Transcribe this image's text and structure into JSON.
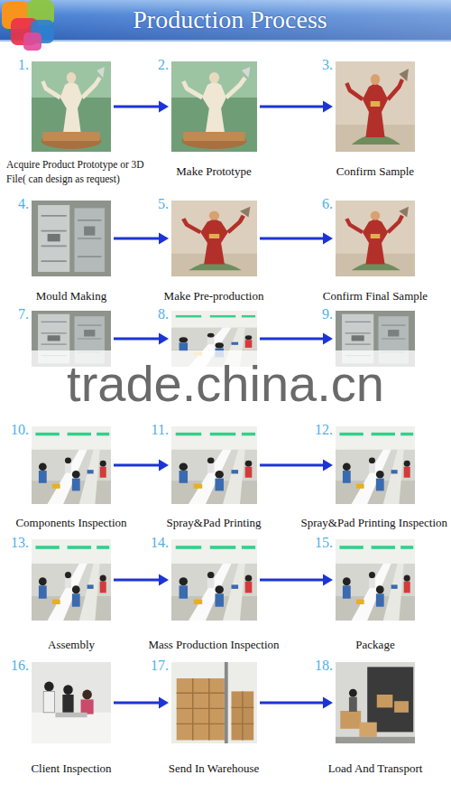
{
  "diagram": {
    "title": "Production Process",
    "nodes": [
      {
        "text": [
          "1.",
          "Acquire Product Prototype or 3D File( can design as request)"
        ]
      },
      {
        "text": [
          "2.",
          "Make Prototype"
        ]
      },
      {
        "text": [
          "3.",
          "Confirm Sample"
        ]
      },
      {
        "text": [
          "4.",
          "Mould Making"
        ]
      },
      {
        "text": [
          "5.",
          "Make Pre-production"
        ]
      },
      {
        "text": [
          "6.",
          "Confirm Final Sample"
        ]
      },
      {
        "text": [
          "7."
        ]
      },
      {
        "text": [
          "8."
        ]
      },
      {
        "text": [
          "9."
        ]
      },
      {
        "text": [
          "10.",
          "Components Inspection"
        ]
      },
      {
        "text": [
          "11.",
          "Spray&Pad Printing"
        ]
      },
      {
        "text": [
          "12.",
          "Spray&Pad Printing Inspection"
        ]
      },
      {
        "text": [
          "13.",
          "Assembly"
        ]
      },
      {
        "text": [
          "14.",
          "Mass Production Inspection"
        ]
      },
      {
        "text": [
          "15.",
          "Package"
        ]
      },
      {
        "text": [
          "16.",
          "Client Inspection"
        ]
      },
      {
        "text": [
          "17.",
          "Send In Warehouse"
        ]
      },
      {
        "text": [
          "18.",
          "Load And Transport"
        ]
      }
    ],
    "edges": [
      {
        "from": 0,
        "to": 1,
        "arrow": "to"
      },
      {
        "from": 1,
        "to": 2,
        "arrow": "to"
      },
      {
        "from": 3,
        "to": 4,
        "arrow": "to"
      },
      {
        "from": 4,
        "to": 5,
        "arrow": "to"
      },
      {
        "from": 6,
        "to": 7,
        "arrow": "to"
      },
      {
        "from": 7,
        "to": 8,
        "arrow": "to"
      },
      {
        "from": 9,
        "to": 10,
        "arrow": "to"
      },
      {
        "from": 10,
        "to": 11,
        "arrow": "to"
      },
      {
        "from": 12,
        "to": 13,
        "arrow": "to"
      },
      {
        "from": 13,
        "to": 14,
        "arrow": "to"
      },
      {
        "from": 15,
        "to": 16,
        "arrow": "to"
      },
      {
        "from": 16,
        "to": 17,
        "arrow": "to"
      }
    ],
    "labels": [
      "trade.china.cn"
    ]
  }
}
